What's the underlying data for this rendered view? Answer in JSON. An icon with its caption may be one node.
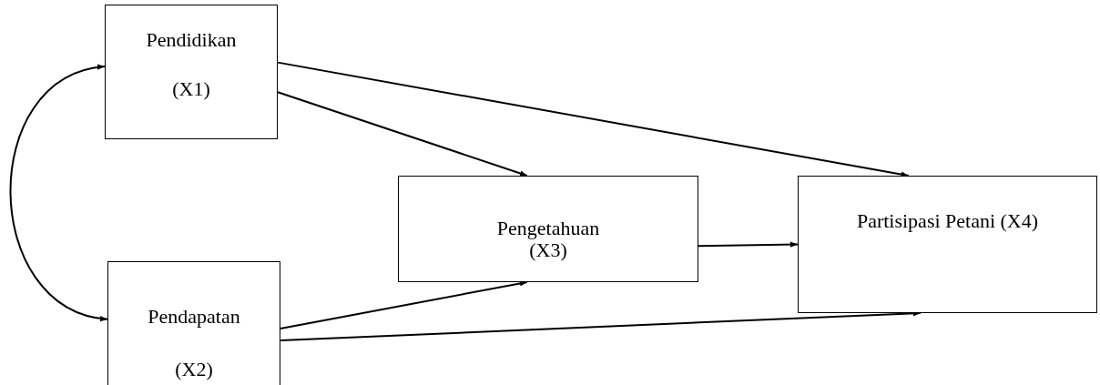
{
  "diagram": {
    "nodes": [
      {
        "text": [
          "Pendidikan",
          "(X1)"
        ]
      },
      {
        "text": [
          "Pendapatan",
          "(X2)"
        ]
      },
      {
        "text": [
          "Pengetahuan",
          "(X3)"
        ]
      },
      {
        "text": [
          "Partisipasi Petani (X4)"
        ]
      }
    ],
    "edges": [
      {
        "from": 0,
        "to": 1,
        "arrow": "both"
      },
      {
        "from": 0,
        "to": 2,
        "arrow": "to"
      },
      {
        "from": 0,
        "to": 3,
        "arrow": "to"
      },
      {
        "from": 2,
        "to": 3,
        "arrow": "to"
      },
      {
        "from": 1,
        "to": 2,
        "arrow": "to"
      },
      {
        "from": 1,
        "to": 3,
        "arrow": "to"
      }
    ]
  }
}
